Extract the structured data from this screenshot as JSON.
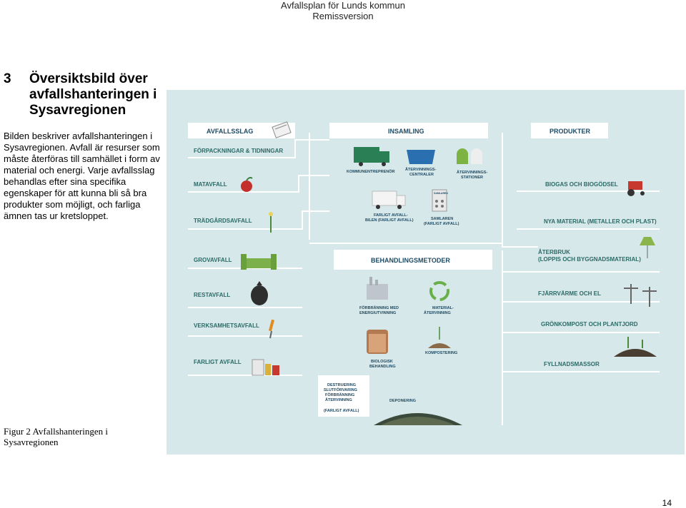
{
  "header": {
    "line1": "Avfallsplan för Lunds kommun",
    "line2": "Remissversion"
  },
  "section": {
    "number": "3",
    "title": "Översiktsbild över avfallshanteringen i Sysavregionen"
  },
  "intro_text": "Bilden beskriver avfallshanteringen i Sysavregionen. Avfall är resurser som måste återföras till samhället i form av material och energi. Varje avfallsslag behandlas efter sina specifika egenskaper för att kunna bli så bra produkter som möjligt, och farliga ämnen tas ur kretsloppet.",
  "caption": {
    "label": "Figur 2",
    "text": "Avfallshanteringen i Sysavregionen"
  },
  "page_number": "14",
  "figure": {
    "headers": {
      "avfallsslag": "AVFALLSSLAG",
      "insamling": "INSAMLING",
      "produkter": "PRODUKTER",
      "behandlingsmetoder": "BEHANDLINGSMETODER"
    },
    "waste_types": {
      "forpackningar": "FÖRPACKNINGAR & TIDNINGAR",
      "matavfall": "MATAVFALL",
      "tradgardsavfall": "TRÄDGÅRDSAVFALL",
      "grovavfall": "GROVAVFALL",
      "restavfall": "RESTAVFALL",
      "verksamhetsavfall": "VERKSAMHETSAVFALL",
      "farligt_avfall": "FARLIGT AVFALL"
    },
    "collection": {
      "kommunentreprenor": "KOMMUNENTREPRENÖR",
      "atervinningscentraler_1": "ÅTERVINNINGS-",
      "atervinningscentraler_2": "CENTRALER",
      "atervinningsstationer_1": "ÅTERVINNINGS-",
      "atervinningsstationer_2": "STATIONER",
      "farligt_bilen_1": "FARLIGT AVFALL-",
      "farligt_bilen_2": "BILEN (FARLIGT AVFALL)",
      "samlaren_1": "SAMLAREN",
      "samlaren_2": "(FARLIGT AVFALL)",
      "samlaren_sign": "SAMLAREN"
    },
    "methods": {
      "forbranning_1": "FÖRBRÄNNING MED",
      "forbranning_2": "ENERGIUTVINNING",
      "material_1": "MATERIAL-",
      "material_2": "ÅTERVINNING",
      "biologisk_1": "BIOLOGISK",
      "biologisk_2": "BEHANDLING",
      "kompostering": "KOMPOSTERING",
      "destruering_1": "DESTRUERING",
      "destruering_2": "SLUTFÖRVARING",
      "destruering_3": "FÖRBRÄNNING",
      "destruering_4": "ÅTERVINNING",
      "destruering_5": "(FARLIGT AVFALL)",
      "deponering": "DEPONERING"
    },
    "products": {
      "biogas": "BIOGAS OCH BIOGÖDSEL",
      "nya_material": "NYA MATERIAL (METALLER OCH PLAST)",
      "aterbruk_1": "ÅTERBRUK",
      "aterbruk_2": "(LOPPIS OCH BYGGNADSMATERIAL)",
      "fjarrvarme": "FJÄRRVÄRME OCH EL",
      "gronkompost": "GRÖNKOMPOST OCH PLANTJORD",
      "fyllnadsmassor": "FYLLNADSMASSOR"
    },
    "colors": {
      "background": "#d6e8ea",
      "header_bg": "#ffffff",
      "header_text": "#1f4a63",
      "label_text": "#2a6a66",
      "connector": "#ffffff"
    }
  }
}
